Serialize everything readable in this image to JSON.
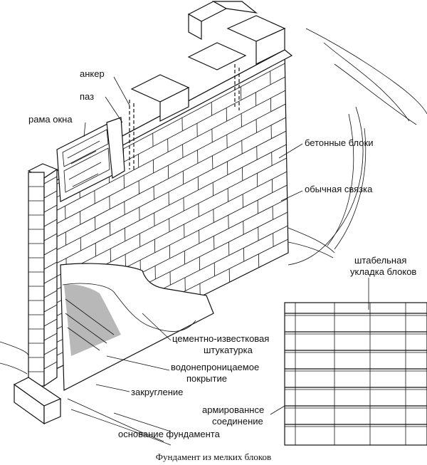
{
  "labels": {
    "anchor": "анкер",
    "groove": "паз",
    "window_frame": "рама окна",
    "concrete_blocks": "бетонные блоки",
    "common_bond": "обычная связка",
    "stack_bond_1": "штабельная",
    "stack_bond_2": "укладка блоков",
    "plaster_1": "цементно-известковая",
    "plaster_2": "штукатурка",
    "waterproof_1": "водонепроницаемое",
    "waterproof_2": "покрытие",
    "cove": "закругление",
    "reinforced_1": "армированнсе",
    "reinforced_2": "соединение",
    "footing": "основание  фундамента"
  },
  "caption": "Фундамент из мелких блоков"
}
